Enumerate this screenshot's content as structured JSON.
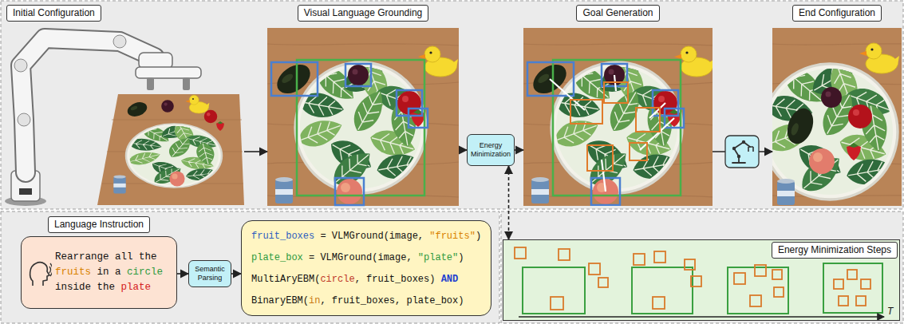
{
  "diagram": {
    "nodes": [
      {
        "text": [
          "Initial Configuration"
        ]
      },
      {
        "text": [
          "Visual Language Grounding"
        ]
      },
      {
        "text": [
          "Energy Minimization"
        ]
      },
      {
        "text": [
          "Goal Generation"
        ]
      },
      {
        "text": [
          "End Configuration"
        ]
      },
      {
        "text": [
          "Language Instruction",
          "Rearrange all the fruits in a circle inside the plate"
        ]
      },
      {
        "text": [
          "Semantic Parsing"
        ]
      },
      {
        "text": [
          "fruit_boxes = VLMGround(image, \"fruits\")",
          "plate_box = VLMGround(image, \"plate\")",
          "MultiAryEBM(circle, fruit_boxes) AND",
          "BinaryEBM(in, fruit_boxes, plate_box)"
        ]
      },
      {
        "text": [
          "Energy Minimization Steps"
        ]
      }
    ],
    "edges": [
      {
        "from": 0,
        "to": 1,
        "arrow": "to"
      },
      {
        "from": 1,
        "to": 2,
        "arrow": "to"
      },
      {
        "from": 2,
        "to": 3,
        "arrow": "to"
      },
      {
        "from": 3,
        "to": 4,
        "arrow": "to"
      },
      {
        "from": 5,
        "to": 6,
        "arrow": "to"
      },
      {
        "from": 6,
        "to": 7,
        "arrow": "to"
      },
      {
        "from": 2,
        "to": 8,
        "arrow": "both"
      }
    ],
    "labels": [
      "T"
    ]
  }
}
